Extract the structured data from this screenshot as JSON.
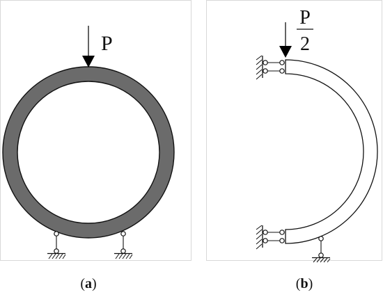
{
  "panel_a": {
    "load_label": "P",
    "caption": {
      "open": "(",
      "letter": "a",
      "close": ")"
    }
  },
  "panel_b": {
    "load_numerator": "P",
    "load_denominator": "2",
    "caption": {
      "open": "(",
      "letter": "b",
      "close": ")"
    }
  },
  "colors": {
    "ring_fill": "#6b6b6b",
    "stroke": "#111111",
    "frame": "#d8d8d8"
  }
}
